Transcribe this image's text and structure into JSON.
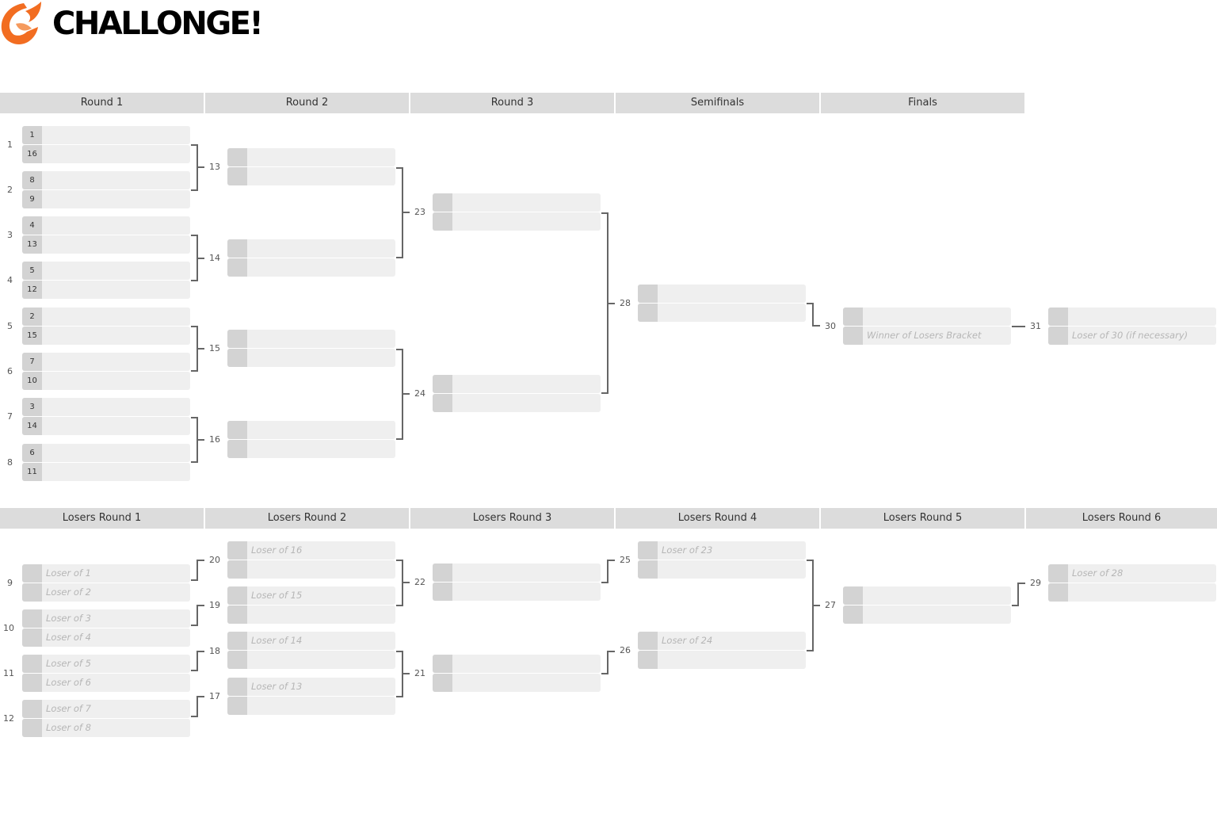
{
  "logo": {
    "text": "CHALLONGE!",
    "color": "#f26d21"
  },
  "headers": {
    "upper": [
      "Round 1",
      "Round 2",
      "Round 3",
      "Semifinals",
      "Finals"
    ],
    "lower": [
      "Losers Round 1",
      "Losers Round 2",
      "Losers Round 3",
      "Losers Round 4",
      "Losers Round 5",
      "Losers Round 6"
    ]
  },
  "matches": [
    {
      "id": "1",
      "top": {
        "seed": "1",
        "name": ""
      },
      "bot": {
        "seed": "16",
        "name": ""
      }
    },
    {
      "id": "2",
      "top": {
        "seed": "8",
        "name": ""
      },
      "bot": {
        "seed": "9",
        "name": ""
      }
    },
    {
      "id": "3",
      "top": {
        "seed": "4",
        "name": ""
      },
      "bot": {
        "seed": "13",
        "name": ""
      }
    },
    {
      "id": "4",
      "top": {
        "seed": "5",
        "name": ""
      },
      "bot": {
        "seed": "12",
        "name": ""
      }
    },
    {
      "id": "5",
      "top": {
        "seed": "2",
        "name": ""
      },
      "bot": {
        "seed": "15",
        "name": ""
      }
    },
    {
      "id": "6",
      "top": {
        "seed": "7",
        "name": ""
      },
      "bot": {
        "seed": "10",
        "name": ""
      }
    },
    {
      "id": "7",
      "top": {
        "seed": "3",
        "name": ""
      },
      "bot": {
        "seed": "14",
        "name": ""
      }
    },
    {
      "id": "8",
      "top": {
        "seed": "6",
        "name": ""
      },
      "bot": {
        "seed": "11",
        "name": ""
      }
    },
    {
      "id": "13",
      "top": {
        "seed": "",
        "name": ""
      },
      "bot": {
        "seed": "",
        "name": ""
      }
    },
    {
      "id": "14",
      "top": {
        "seed": "",
        "name": ""
      },
      "bot": {
        "seed": "",
        "name": ""
      }
    },
    {
      "id": "15",
      "top": {
        "seed": "",
        "name": ""
      },
      "bot": {
        "seed": "",
        "name": ""
      }
    },
    {
      "id": "16",
      "top": {
        "seed": "",
        "name": ""
      },
      "bot": {
        "seed": "",
        "name": ""
      }
    },
    {
      "id": "23",
      "top": {
        "seed": "",
        "name": ""
      },
      "bot": {
        "seed": "",
        "name": ""
      }
    },
    {
      "id": "24",
      "top": {
        "seed": "",
        "name": ""
      },
      "bot": {
        "seed": "",
        "name": ""
      }
    },
    {
      "id": "28",
      "top": {
        "seed": "",
        "name": ""
      },
      "bot": {
        "seed": "",
        "name": ""
      }
    },
    {
      "id": "30",
      "top": {
        "seed": "",
        "name": ""
      },
      "bot": {
        "seed": "",
        "name": "Winner of Losers Bracket"
      }
    },
    {
      "id": "31",
      "top": {
        "seed": "",
        "name": ""
      },
      "bot": {
        "seed": "",
        "name": "Loser of 30 (if necessary)"
      }
    },
    {
      "id": "9",
      "top": {
        "seed": "",
        "name": "Loser of 1"
      },
      "bot": {
        "seed": "",
        "name": "Loser of 2"
      }
    },
    {
      "id": "10",
      "top": {
        "seed": "",
        "name": "Loser of 3"
      },
      "bot": {
        "seed": "",
        "name": "Loser of 4"
      }
    },
    {
      "id": "11",
      "top": {
        "seed": "",
        "name": "Loser of 5"
      },
      "bot": {
        "seed": "",
        "name": "Loser of 6"
      }
    },
    {
      "id": "12",
      "top": {
        "seed": "",
        "name": "Loser of 7"
      },
      "bot": {
        "seed": "",
        "name": "Loser of 8"
      }
    },
    {
      "id": "20",
      "top": {
        "seed": "",
        "name": "Loser of 16"
      },
      "bot": {
        "seed": "",
        "name": ""
      }
    },
    {
      "id": "19",
      "top": {
        "seed": "",
        "name": "Loser of 15"
      },
      "bot": {
        "seed": "",
        "name": ""
      }
    },
    {
      "id": "18",
      "top": {
        "seed": "",
        "name": "Loser of 14"
      },
      "bot": {
        "seed": "",
        "name": ""
      }
    },
    {
      "id": "17",
      "top": {
        "seed": "",
        "name": "Loser of 13"
      },
      "bot": {
        "seed": "",
        "name": ""
      }
    },
    {
      "id": "22",
      "top": {
        "seed": "",
        "name": ""
      },
      "bot": {
        "seed": "",
        "name": ""
      }
    },
    {
      "id": "21",
      "top": {
        "seed": "",
        "name": ""
      },
      "bot": {
        "seed": "",
        "name": ""
      }
    },
    {
      "id": "25",
      "top": {
        "seed": "",
        "name": "Loser of 23"
      },
      "bot": {
        "seed": "",
        "name": ""
      }
    },
    {
      "id": "26",
      "top": {
        "seed": "",
        "name": "Loser of 24"
      },
      "bot": {
        "seed": "",
        "name": ""
      }
    },
    {
      "id": "27",
      "top": {
        "seed": "",
        "name": ""
      },
      "bot": {
        "seed": "",
        "name": ""
      }
    },
    {
      "id": "29",
      "top": {
        "seed": "",
        "name": "Loser of 28"
      },
      "bot": {
        "seed": "",
        "name": ""
      }
    }
  ]
}
